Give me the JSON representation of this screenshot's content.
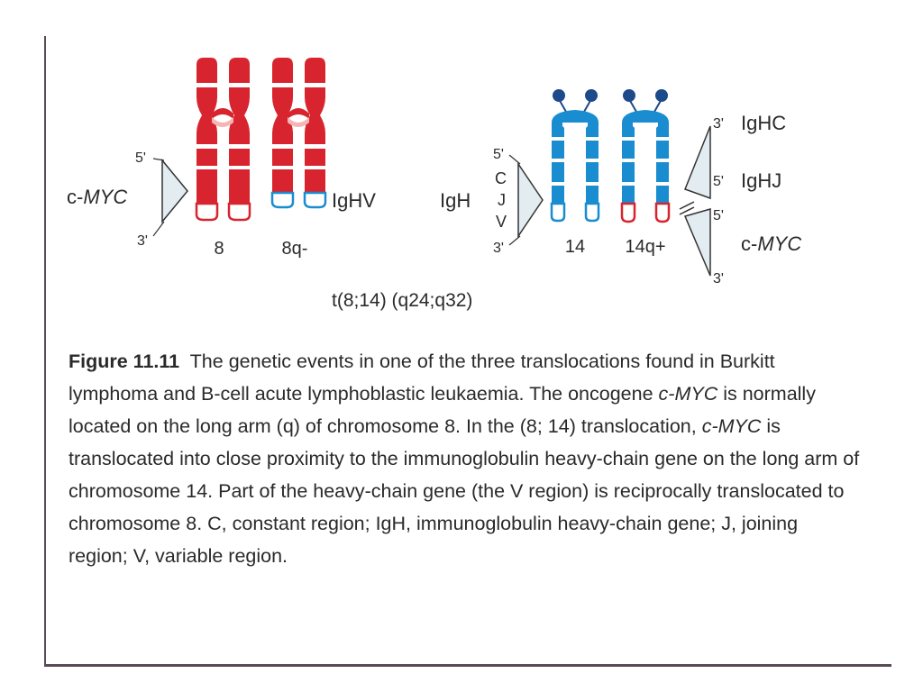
{
  "diagram": {
    "left_gene": "c-MYC",
    "left_prime_top": "5'",
    "left_prime_bottom": "3'",
    "chrom_8_label": "8",
    "chrom_8q_label": "8q-",
    "ighv_label": "IgHV",
    "igh_label": "IgH",
    "igh_segments": [
      "5'",
      "C",
      "J",
      "V",
      "3'"
    ],
    "chrom_14_label": "14",
    "chrom_14q_label": "14q+",
    "right_prime_3_top": "3'",
    "ighc_label": "IgHC",
    "right_prime_5": "5'",
    "ighj_label": "IgHJ",
    "right_prime_5b": "5'",
    "right_gene": "c-MYC",
    "right_prime_3_bottom": "3'",
    "translocation": "t(8;14) (q24;q32)",
    "colors": {
      "red": "#d8242e",
      "blue": "#1a8cd0",
      "navy": "#1c4a8a",
      "triangle": "#e2ecf1"
    }
  },
  "caption": {
    "figure_label": "Figure 11.11",
    "part1": "The genetic events in one of the three translocations found in Burkitt lymphoma and B-cell acute lymphoblastic leukaemia. The oncogene",
    "gene1": "c-MYC",
    "part2": "is normally located on the long arm (q) of chromosome 8. In the (8; 14) translocation,",
    "gene2": "c-MYC",
    "part3": "is translocated into close proximity to the immunoglobulin heavy-chain gene on the long arm of chromosome 14. Part of the heavy-chain gene (the V region) is reciprocally translocated to chromosome 8. C, constant region; IgH, immunoglobulin heavy-chain gene; J, joining region; V, variable region."
  }
}
